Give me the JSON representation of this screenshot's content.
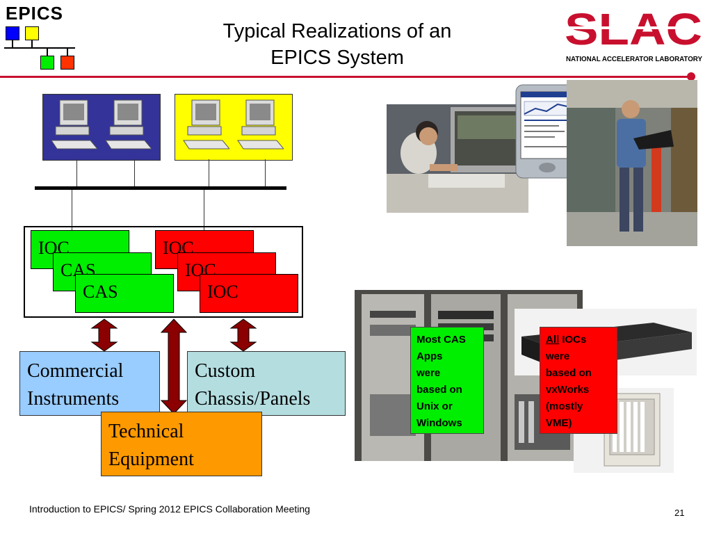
{
  "header": {
    "epics_logo_text": "EPICS",
    "title_line1": "Typical Realizations of an",
    "title_line2": "EPICS System",
    "slac_logo_text": "SLAC",
    "slac_subtitle": "NATIONAL ACCELERATOR LABORATORY"
  },
  "colors": {
    "accent_red": "#c8102e",
    "workstation_blue": "#333399",
    "workstation_yellow": "#ffff00",
    "ioc_green": "#00ee00",
    "ioc_red": "#ff0000",
    "commercial_blue": "#99ccff",
    "custom_teal": "#b4dde0",
    "technical_orange": "#ff9900",
    "arrow_dark_red": "#8b0000"
  },
  "diagram": {
    "green_stack": [
      "IOC",
      "CAS",
      "CAS"
    ],
    "red_stack": [
      "IOC",
      "IOC",
      "IOC"
    ],
    "commercial_instruments": {
      "line1": "Commercial",
      "line2": "Instruments"
    },
    "custom_chassis": {
      "line1": "Custom",
      "line2": "Chassis/Panels"
    },
    "technical_equipment": {
      "line1": "Technical",
      "line2": "Equipment"
    }
  },
  "notes": {
    "cas_note": [
      "Most CAS",
      "Apps",
      "were",
      "based on",
      "Unix or",
      "Windows"
    ],
    "ioc_note_emphasis": "All",
    "ioc_note_rest_first": " IOCs",
    "ioc_note": [
      "were",
      "based on",
      "vxWorks",
      "(mostly",
      "VME)"
    ]
  },
  "footer": {
    "text": "Introduction to EPICS/ Spring 2012 EPICS Collaboration Meeting",
    "page_number": "21"
  }
}
